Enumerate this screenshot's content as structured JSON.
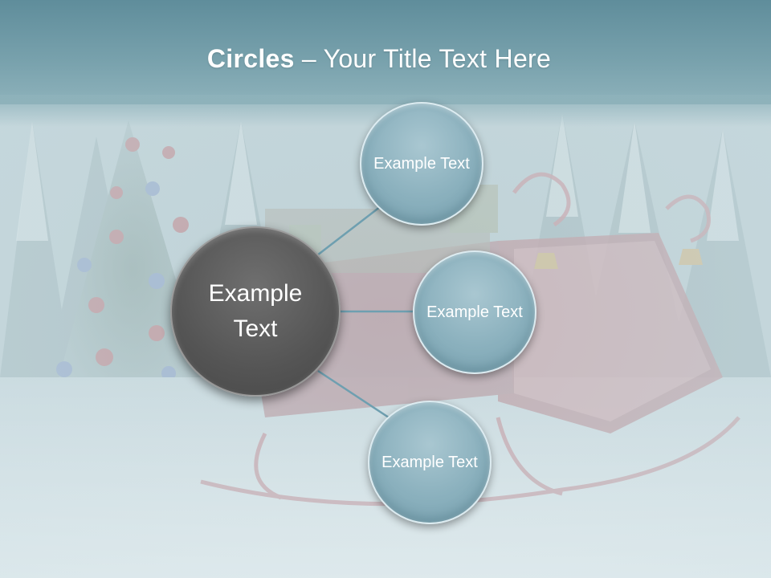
{
  "slide": {
    "title_bold": "Circles",
    "title_rest": " – Your Title Text Here",
    "center": {
      "text": "Example Text"
    },
    "satellites": [
      {
        "text": "Example Text"
      },
      {
        "text": "Example Text"
      },
      {
        "text": "Example Text"
      }
    ]
  },
  "colors": {
    "header": "#6b97a4",
    "satellite_fill": "#8ab0bd",
    "center_fill": "#555555",
    "connector": "#6e9fb0",
    "title_text": "#ffffff"
  }
}
